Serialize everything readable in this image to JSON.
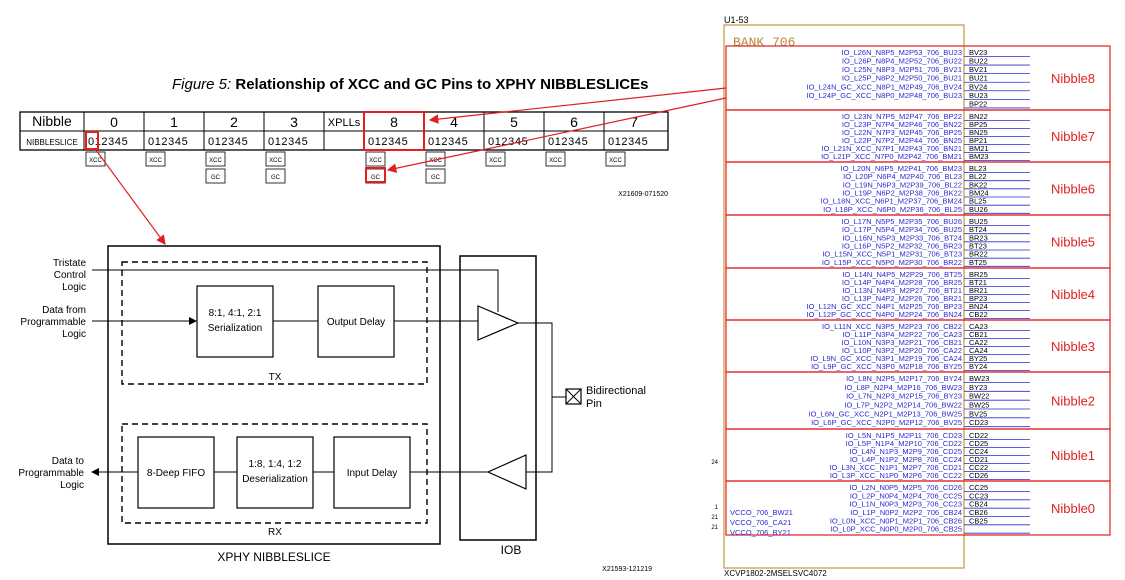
{
  "figure": {
    "number": "Figure 5:",
    "title": "Relationship of XCC and GC Pins to XPHY NIBBLESLICEs"
  },
  "nibble_table": {
    "row1_label": "Nibble",
    "row2_label": "NIBBLESLICE",
    "xplls_label": "XPLLs",
    "slices_text": "012345",
    "nibbles": [
      {
        "id": "0",
        "tags": [
          "XCC"
        ]
      },
      {
        "id": "1",
        "tags": [
          "XCC"
        ]
      },
      {
        "id": "2",
        "tags": [
          "XCC",
          "GC"
        ]
      },
      {
        "id": "3",
        "tags": [
          "XCC",
          "GC"
        ]
      },
      {
        "id": "8",
        "tags": [
          "XCC",
          "GC"
        ]
      },
      {
        "id": "4",
        "tags": [
          "XCC",
          "GC"
        ]
      },
      {
        "id": "5",
        "tags": [
          "XCC"
        ]
      },
      {
        "id": "6",
        "tags": [
          "XCC"
        ]
      },
      {
        "id": "7",
        "tags": [
          "XCC"
        ]
      }
    ],
    "code": "X21609-071520"
  },
  "block_diagram": {
    "tristate_label": [
      "Tristate",
      "Control",
      "Logic"
    ],
    "data_from_label": [
      "Data from",
      "Programmable",
      "Logic"
    ],
    "data_to_label": [
      "Data to",
      "Programmable",
      "Logic"
    ],
    "serialization": [
      "8:1, 4:1, 2:1",
      "Serialization"
    ],
    "output_delay": "Output Delay",
    "tx_label": "TX",
    "fifo": "8-Deep FIFO",
    "deserialization": [
      "1:8, 1:4, 1:2",
      "Deserialization"
    ],
    "input_delay": "Input Delay",
    "rx_label": "RX",
    "bidir_label": [
      "Bidirectional",
      "Pin"
    ],
    "nibbleslice_label": "XPHY NIBBLESLICE",
    "iob_label": "IOB",
    "code": "X21593-121219"
  },
  "symbol": {
    "ref": "U1-53",
    "bank": "BANK 706",
    "part": "XCVP1802-2MSELSVC4072",
    "side_fragments": [
      "24",
      "1",
      "21",
      "21"
    ],
    "vcco": [
      {
        "name": "VCCO_706_BW21"
      },
      {
        "name": "VCCO_706_CA21"
      },
      {
        "name": "VCCO_706_BY21"
      }
    ],
    "groups": [
      {
        "label": "Nibble8",
        "pins": [
          {
            "name": "IO_L26N_N8P5_M2P53_706_BU23",
            "ball": "BV23"
          },
          {
            "name": "IO_L26P_N8P4_M2P52_706_BU22",
            "ball": "BU22"
          },
          {
            "name": "IO_L25N_N8P3_M2P51_706_BV21",
            "ball": "BV21"
          },
          {
            "name": "IO_L25P_N8P2_M2P50_706_BU21",
            "ball": "BU21"
          },
          {
            "name": "IO_L24N_GC_XCC_N8P1_M2P49_706_BV24",
            "ball": "BV24"
          },
          {
            "name": "IO_L24P_GC_XCC_N8P0_M2P48_706_BU23",
            "ball": "BU23"
          },
          {
            "name": "",
            "ball": "BP22"
          }
        ]
      },
      {
        "label": "Nibble7",
        "pins": [
          {
            "name": "IO_L23N_N7P5_M2P47_706_BP22",
            "ball": "BN22"
          },
          {
            "name": "IO_L23P_N7P4_M2P46_706_BN22",
            "ball": "BP25"
          },
          {
            "name": "IO_L22N_N7P3_M2P45_706_BP25",
            "ball": "BN25"
          },
          {
            "name": "IO_L22P_N7P2_M2P44_706_BN25",
            "ball": "BP21"
          },
          {
            "name": "IO_L21N_XCC_N7P1_M2P43_706_BN21",
            "ball": "BM21"
          },
          {
            "name": "IO_L21P_XCC_N7P0_M2P42_706_BM21",
            "ball": "BM23"
          }
        ]
      },
      {
        "label": "Nibble6",
        "pins": [
          {
            "name": "IO_L20N_N6P5_M2P41_706_BM23",
            "ball": "BL23"
          },
          {
            "name": "IO_L20P_N6P4_M2P40_706_BL23",
            "ball": "BL22"
          },
          {
            "name": "IO_L19N_N6P3_M2P39_706_BL22",
            "ball": "BK22"
          },
          {
            "name": "IO_L19P_N6P2_M2P38_706_BK22",
            "ball": "BM24"
          },
          {
            "name": "IO_L18N_XCC_N6P1_M2P37_706_BM24",
            "ball": "BL25"
          },
          {
            "name": "IO_L18P_XCC_N6P0_M2P36_706_BL25",
            "ball": "BU26"
          }
        ]
      },
      {
        "label": "Nibble5",
        "pins": [
          {
            "name": "IO_L17N_N5P5_M2P35_706_BU26",
            "ball": "BU25"
          },
          {
            "name": "IO_L17P_N5P4_M2P34_706_BU25",
            "ball": "BT24"
          },
          {
            "name": "IO_L16N_N5P3_M2P33_706_BT24",
            "ball": "BR23"
          },
          {
            "name": "IO_L16P_N5P2_M2P32_706_BR23",
            "ball": "BT23"
          },
          {
            "name": "IO_L15N_XCC_N5P1_M2P31_706_BT23",
            "ball": "BR22"
          },
          {
            "name": "IO_L15P_XCC_N5P0_M2P30_706_BR22",
            "ball": "BT25"
          }
        ]
      },
      {
        "label": "Nibble4",
        "pins": [
          {
            "name": "IO_L14N_N4P5_M2P29_706_BT25",
            "ball": "BR25"
          },
          {
            "name": "IO_L14P_N4P4_M2P28_706_BR25",
            "ball": "BT21"
          },
          {
            "name": "IO_L13N_N4P3_M2P27_706_BT21",
            "ball": "BR21"
          },
          {
            "name": "IO_L13P_N4P2_M2P26_706_BR21",
            "ball": "BP23"
          },
          {
            "name": "IO_L12N_GC_XCC_N4P1_M2P25_706_BP23",
            "ball": "BN24"
          },
          {
            "name": "IO_L12P_GC_XCC_N4P0_M2P24_706_BN24",
            "ball": "CB22"
          }
        ]
      },
      {
        "label": "Nibble3",
        "pins": [
          {
            "name": "IO_L11N_XCC_N3P5_M2P23_706_CB22",
            "ball": "CA23"
          },
          {
            "name": "IO_L11P_N3P4_M2P22_706_CA23",
            "ball": "CB21"
          },
          {
            "name": "IO_L10N_N3P3_M2P21_706_CB21",
            "ball": "CA22"
          },
          {
            "name": "IO_L10P_N3P2_M2P20_706_CA22",
            "ball": "CA24"
          },
          {
            "name": "IO_L9N_GC_XCC_N3P1_M2P19_706_CA24",
            "ball": "BY25"
          },
          {
            "name": "IO_L9P_GC_XCC_N3P0_M2P18_706_BY25",
            "ball": "BY24"
          }
        ]
      },
      {
        "label": "Nibble2",
        "pins": [
          {
            "name": "IO_L8N_N2P5_M2P17_706_BY24",
            "ball": "BW23"
          },
          {
            "name": "IO_L8P_N2P4_M2P16_706_BW23",
            "ball": "BY23"
          },
          {
            "name": "IO_L7N_N2P3_M2P15_706_BY23",
            "ball": "BW22"
          },
          {
            "name": "IO_L7P_N2P2_M2P14_706_BW22",
            "ball": "BW25"
          },
          {
            "name": "IO_L6N_GC_XCC_N2P1_M2P13_706_BW25",
            "ball": "BV25"
          },
          {
            "name": "IO_L6P_GC_XCC_N2P0_M2P12_706_BV25",
            "ball": "CD23"
          }
        ]
      },
      {
        "label": "Nibble1",
        "pins": [
          {
            "name": "IO_L5N_N1P5_M2P11_706_CD23",
            "ball": "CD22"
          },
          {
            "name": "IO_L5P_N1P4_M2P10_706_CD22",
            "ball": "CD25"
          },
          {
            "name": "IO_L4N_N1P3_M2P9_706_CD25",
            "ball": "CC24"
          },
          {
            "name": "IO_L4P_N1P2_M2P8_706_CC24",
            "ball": "CD21"
          },
          {
            "name": "IO_L3N_XCC_N1P1_M2P7_706_CD21",
            "ball": "CC22"
          },
          {
            "name": "IO_L3P_XCC_N1P0_M2P6_706_CC22",
            "ball": "CD26"
          }
        ]
      },
      {
        "label": "Nibble0",
        "pins": [
          {
            "name": "IO_L2N_N0P5_M2P5_706_CD26",
            "ball": "CC25"
          },
          {
            "name": "IO_L2P_N0P4_M2P4_706_CC25",
            "ball": "CC23"
          },
          {
            "name": "IO_L1N_N0P3_M2P3_706_CC23",
            "ball": "CB24"
          },
          {
            "name": "IO_L1P_N0P2_M2P2_706_CB24",
            "ball": "CB26"
          },
          {
            "name": "IO_L0N_XCC_N0P1_M2P1_706_CB26",
            "ball": "CB25"
          },
          {
            "name": "IO_L0P_XCC_N0P0_M2P0_706_CB25",
            "ball": ""
          }
        ]
      }
    ]
  },
  "colors": {
    "highlight": "#e02020",
    "pin_text": "#2a2ad0",
    "bank_border": "#c8973c",
    "bank_text": "#b88838",
    "line": "#000000"
  }
}
